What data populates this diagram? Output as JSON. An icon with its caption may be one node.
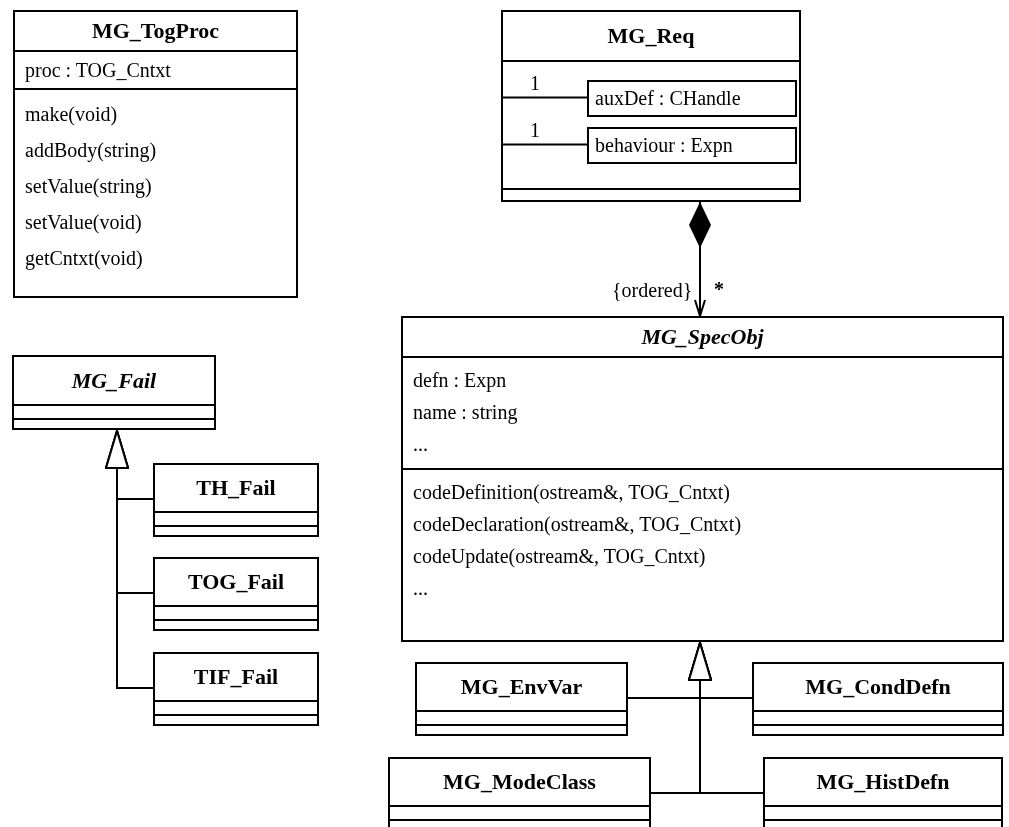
{
  "diagram": {
    "nodes": [
      {
        "text": [
          "MG_TogProc",
          "proc : TOG_Cntxt",
          "make(void)",
          "addBody(string)",
          "setValue(string)",
          "setValue(void)",
          "getCntxt(void)"
        ]
      },
      {
        "text": [
          "MG_Req"
        ]
      },
      {
        "text": [
          "auxDef : CHandle"
        ],
        "in": 1
      },
      {
        "text": [
          "behaviour : Expn"
        ],
        "in": 1
      },
      {
        "text": [
          "MG_SpecObj",
          "defn : Expn",
          "name : string",
          "...",
          "codeDefinition(ostream&, TOG_Cntxt)",
          "codeDeclaration(ostream&, TOG_Cntxt)",
          "codeUpdate(ostream&, TOG_Cntxt)",
          "..."
        ]
      },
      {
        "text": [
          "MG_Fail"
        ]
      },
      {
        "text": [
          "TH_Fail"
        ]
      },
      {
        "text": [
          "TOG_Fail"
        ]
      },
      {
        "text": [
          "TIF_Fail"
        ]
      },
      {
        "text": [
          "MG_EnvVar"
        ]
      },
      {
        "text": [
          "MG_CondDefn"
        ]
      },
      {
        "text": [
          "MG_ModeClass"
        ]
      },
      {
        "text": [
          "MG_HistDefn"
        ]
      }
    ],
    "edges": [
      {
        "from": 1,
        "to": 2,
        "arrow": "none",
        "label": "1"
      },
      {
        "from": 1,
        "to": 3,
        "arrow": "none",
        "label": "1"
      },
      {
        "from": 1,
        "to": 4,
        "arrow": "to",
        "label": "{ordered}"
      },
      {
        "from": 6,
        "to": 5,
        "arrow": "to"
      },
      {
        "from": 7,
        "to": 5,
        "arrow": "to"
      },
      {
        "from": 8,
        "to": 5,
        "arrow": "to"
      },
      {
        "from": 9,
        "to": 4,
        "arrow": "to"
      },
      {
        "from": 10,
        "to": 4,
        "arrow": "to"
      },
      {
        "from": 11,
        "to": 4,
        "arrow": "to"
      },
      {
        "from": 12,
        "to": 4,
        "arrow": "to"
      }
    ],
    "labels": [
      "*"
    ]
  }
}
